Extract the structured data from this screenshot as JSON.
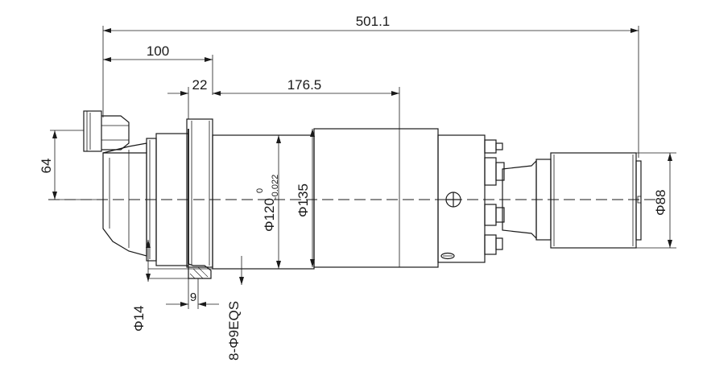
{
  "dimensions": {
    "overall_length": "501.1",
    "length_100": "100",
    "length_22": "22",
    "length_176_5": "176.5",
    "height_64": "64",
    "diameter_120": "Φ120",
    "tolerance_upper": "0",
    "tolerance_lower": "-0.022",
    "diameter_135": "Φ135",
    "diameter_88": "Φ88",
    "diameter_14": "Φ14",
    "width_9": "9",
    "holes": "8-Φ9EQS"
  }
}
